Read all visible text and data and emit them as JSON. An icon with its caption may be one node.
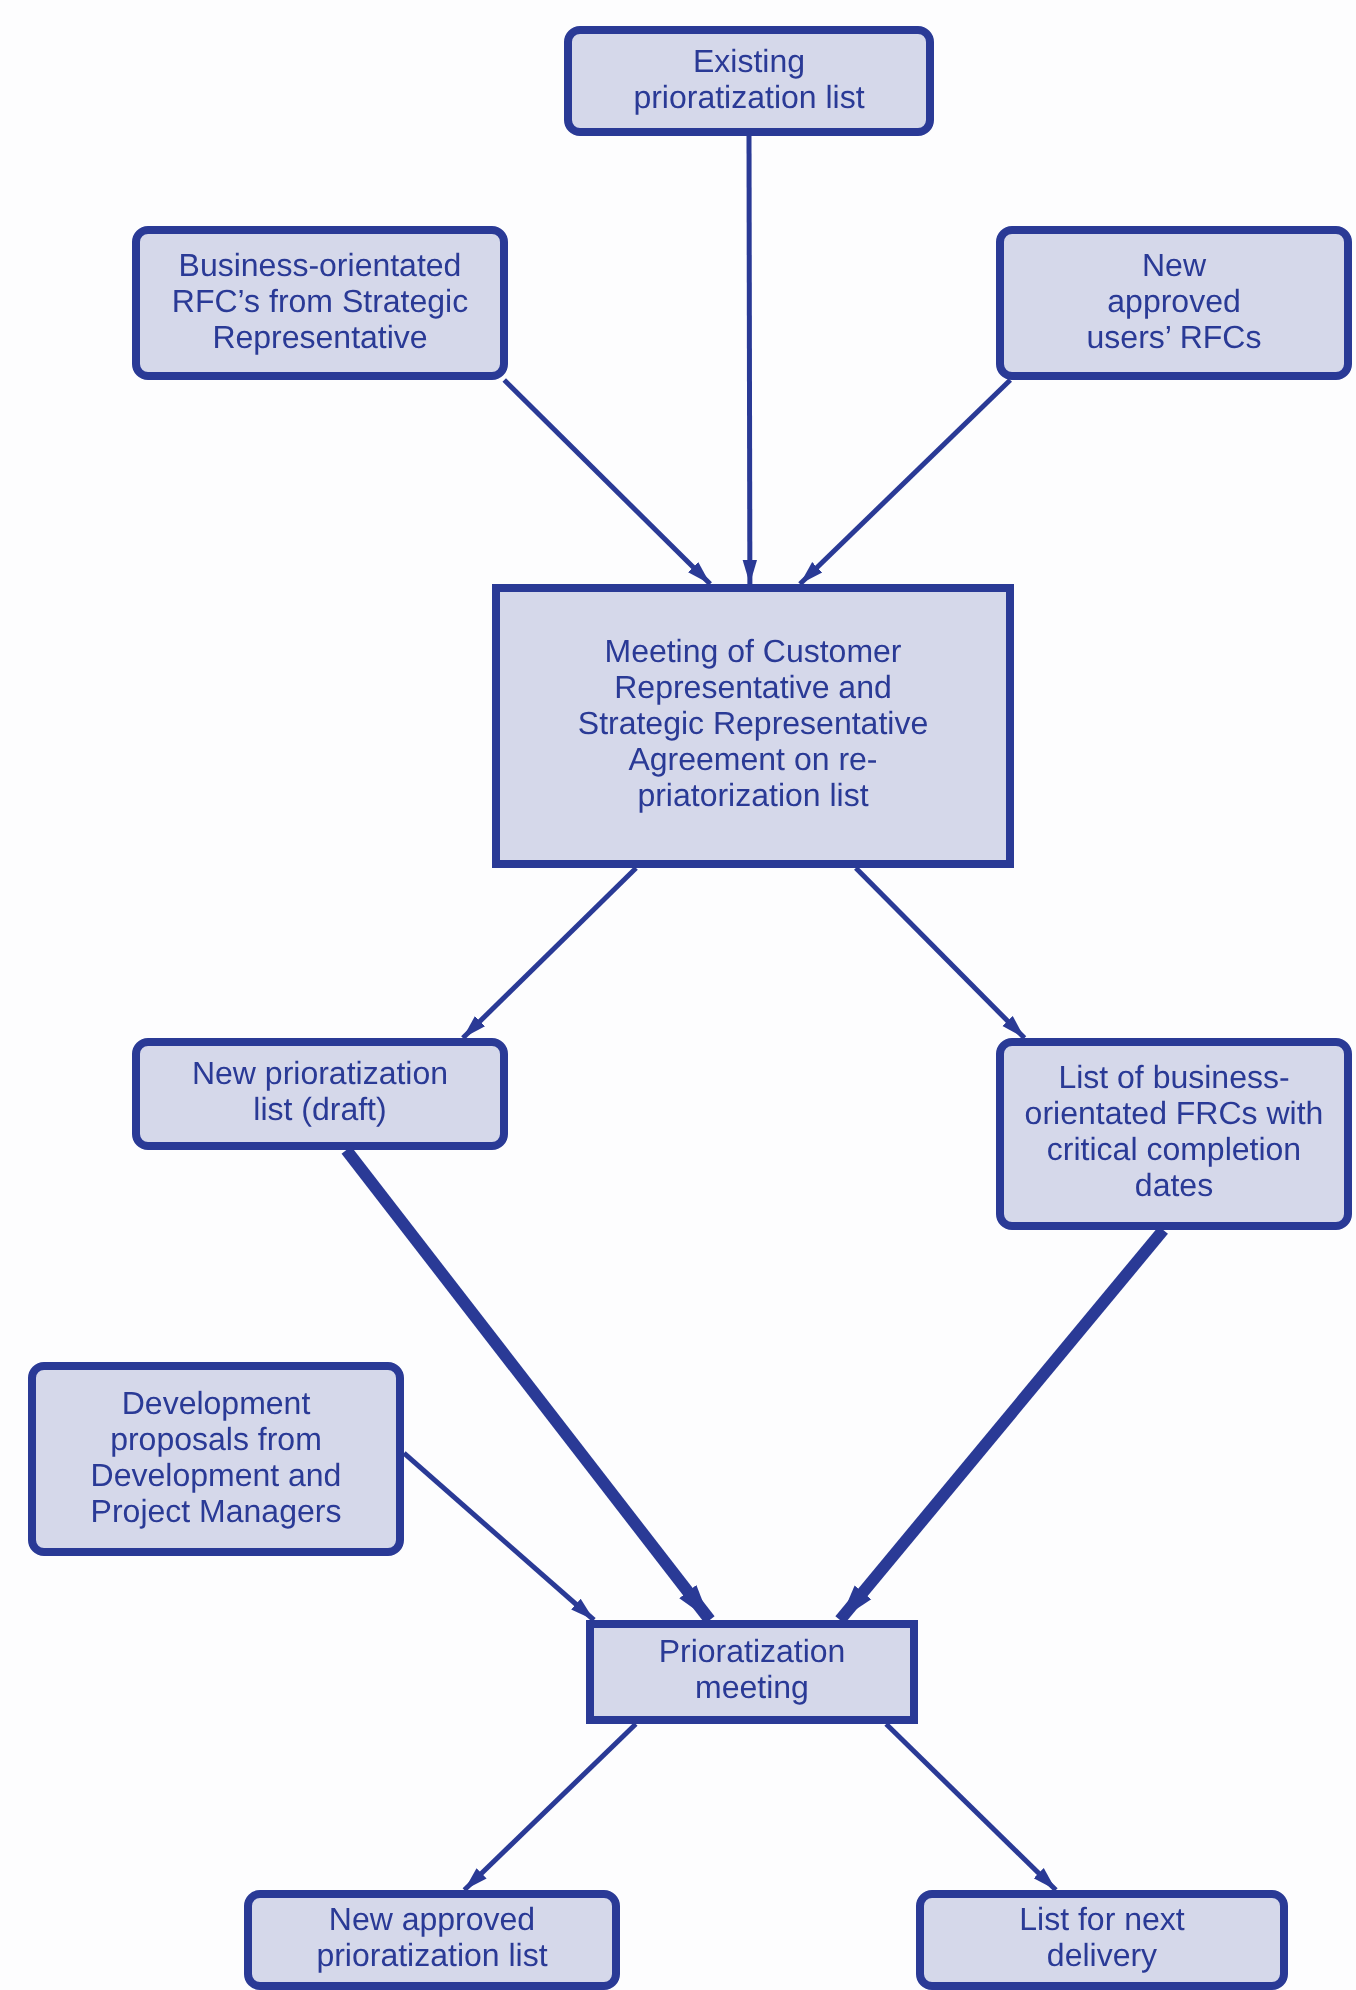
{
  "diagram": {
    "nodes": [
      {
        "text": [
          "Existing prioratization list"
        ]
      },
      {
        "text": [
          "Business-orientated RFC’s from Strategic Representative"
        ]
      },
      {
        "text": [
          "New approved users’ RFCs"
        ]
      },
      {
        "text": [
          "Meeting of Customer Representative and Strategic Representative Agreement on re-priatorization list"
        ]
      },
      {
        "text": [
          "New prioratization list (draft)"
        ]
      },
      {
        "text": [
          "List of business-orientated FRCs with critical completion dates"
        ]
      },
      {
        "text": [
          "Development proposals from Development and Project Managers"
        ]
      },
      {
        "text": [
          "Prioratization meeting"
        ]
      },
      {
        "text": [
          "New approved prioratization list"
        ]
      },
      {
        "text": [
          "List for next delivery"
        ]
      }
    ],
    "edges": [
      {
        "from": 0,
        "to": 3,
        "arrow": "to"
      },
      {
        "from": 1,
        "to": 3,
        "arrow": "to"
      },
      {
        "from": 2,
        "to": 3,
        "arrow": "to"
      },
      {
        "from": 3,
        "to": 4,
        "arrow": "to"
      },
      {
        "from": 3,
        "to": 5,
        "arrow": "to"
      },
      {
        "from": 4,
        "to": 7,
        "arrow": "to",
        "style": "thick"
      },
      {
        "from": 5,
        "to": 7,
        "arrow": "to",
        "style": "thick"
      },
      {
        "from": 6,
        "to": 7,
        "arrow": "to"
      },
      {
        "from": 7,
        "to": 8,
        "arrow": "to"
      },
      {
        "from": 7,
        "to": 9,
        "arrow": "to"
      }
    ]
  }
}
